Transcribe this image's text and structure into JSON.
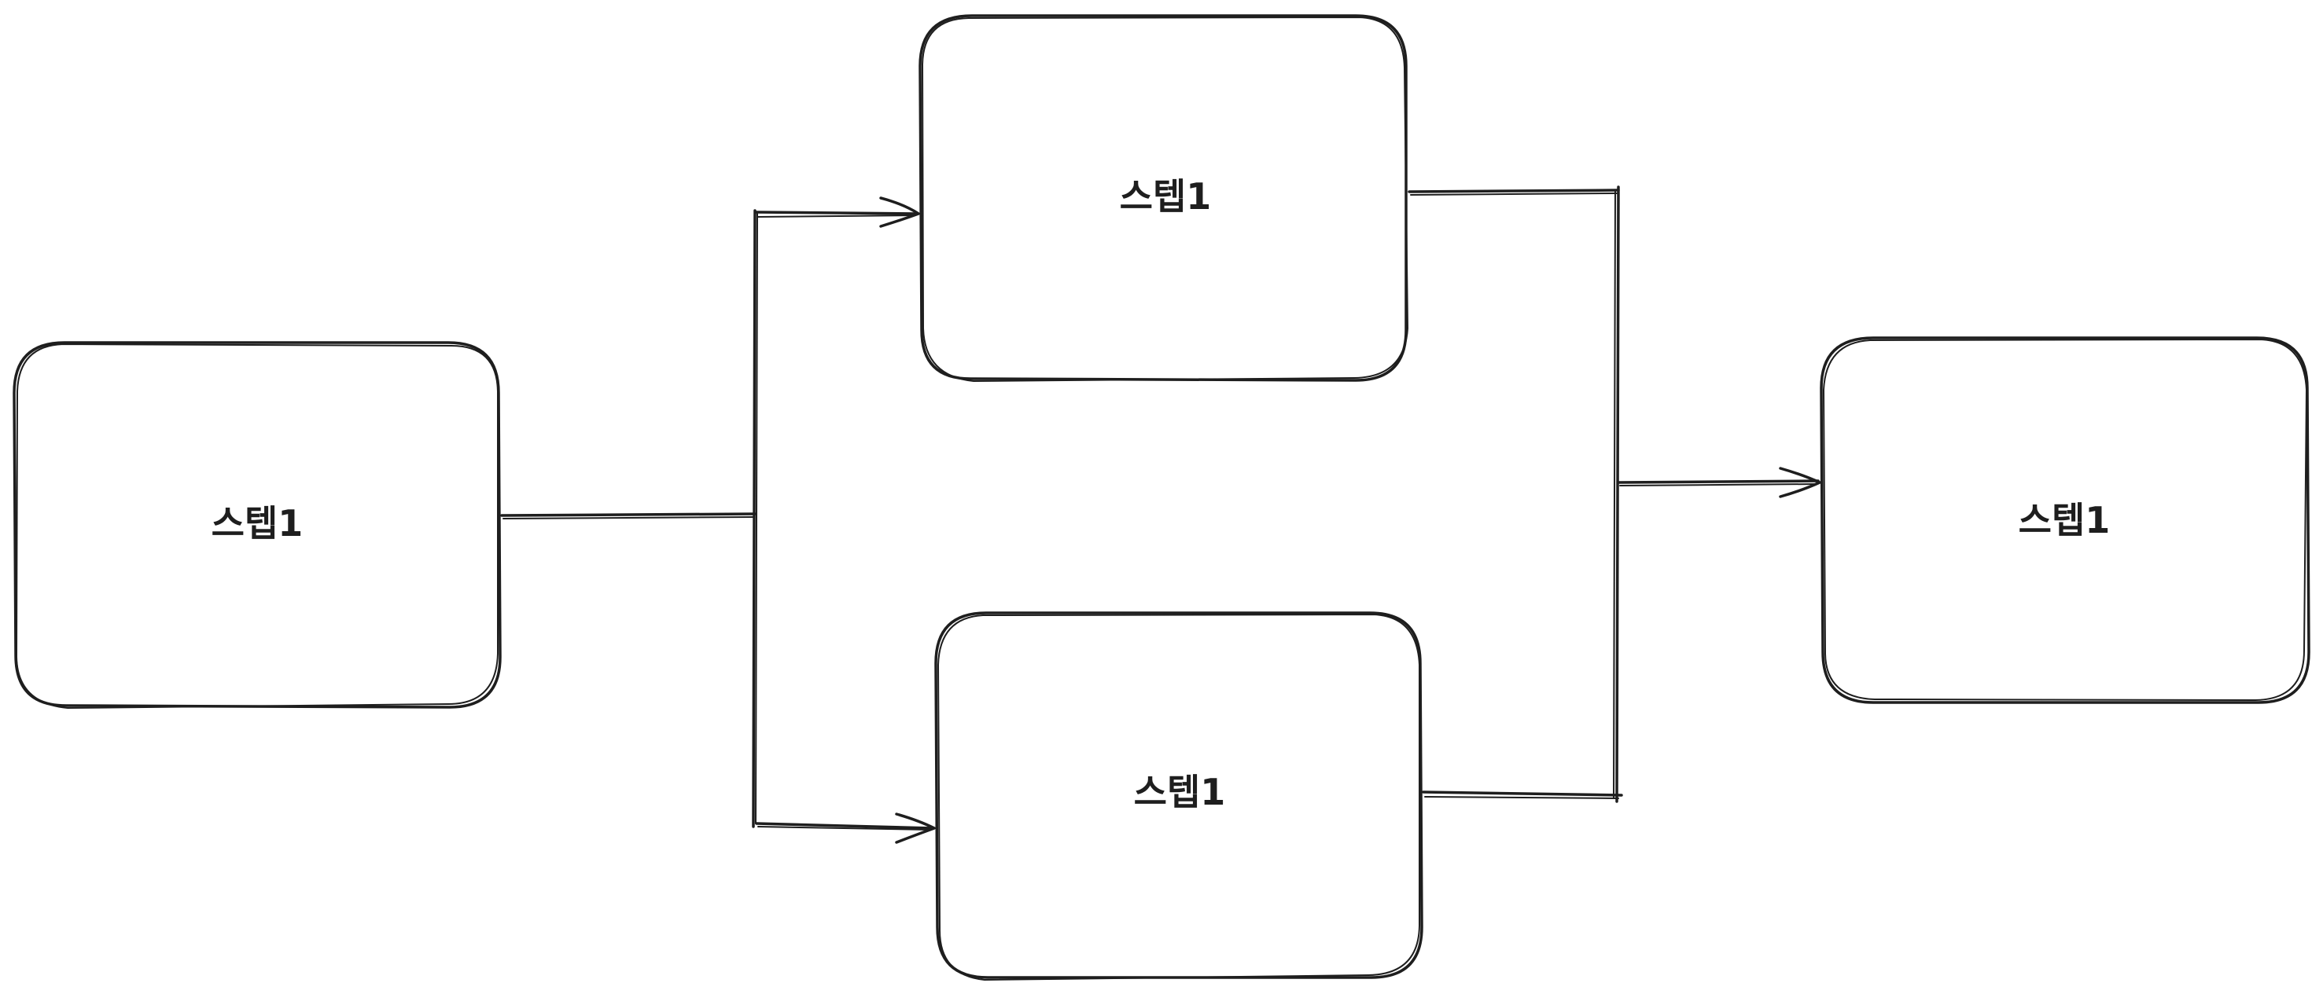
{
  "diagram": {
    "nodes": [
      {
        "id": "step-left",
        "label": "스텝1"
      },
      {
        "id": "step-top",
        "label": "스텝1"
      },
      {
        "id": "step-bottom",
        "label": "스텝1"
      },
      {
        "id": "step-right",
        "label": "스텝1"
      }
    ],
    "edges": [
      {
        "from": "step-left",
        "to": "step-top"
      },
      {
        "from": "step-left",
        "to": "step-bottom"
      },
      {
        "from": "step-top",
        "to": "step-right"
      },
      {
        "from": "step-bottom",
        "to": "step-right"
      }
    ],
    "stroke_color": "#1e1e1e",
    "background": "#ffffff"
  }
}
